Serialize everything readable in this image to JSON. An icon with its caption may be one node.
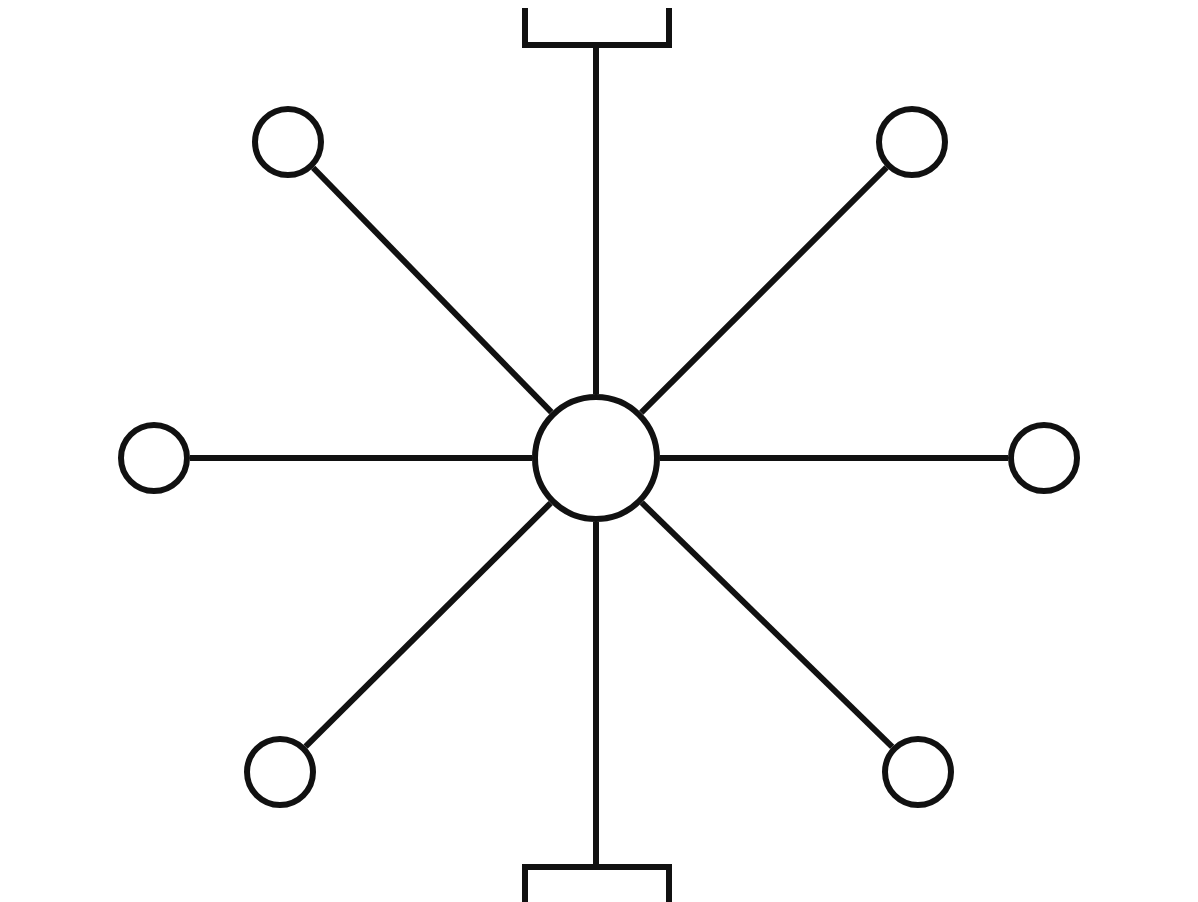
{
  "diagram": {
    "nodes": [
      {
        "text": [],
        "shape": "bar"
      },
      {
        "text": [],
        "shape": "circle"
      },
      {
        "text": [],
        "shape": "circle"
      },
      {
        "text": [],
        "shape": "circle"
      },
      {
        "text": [],
        "shape": "circle"
      },
      {
        "text": [],
        "shape": "circle"
      },
      {
        "text": [],
        "shape": "circle"
      },
      {
        "text": [],
        "shape": "circle"
      },
      {
        "text": [],
        "shape": "bar"
      }
    ],
    "edges": [
      {
        "from": 4,
        "to": 0,
        "arrow": "none"
      },
      {
        "from": 4,
        "to": 1,
        "arrow": "none"
      },
      {
        "from": 4,
        "to": 2,
        "arrow": "none"
      },
      {
        "from": 4,
        "to": 3,
        "arrow": "none"
      },
      {
        "from": 4,
        "to": 5,
        "arrow": "none"
      },
      {
        "from": 4,
        "to": 6,
        "arrow": "none"
      },
      {
        "from": 4,
        "to": 7,
        "arrow": "none"
      },
      {
        "from": 4,
        "to": 8,
        "arrow": "none"
      }
    ]
  }
}
